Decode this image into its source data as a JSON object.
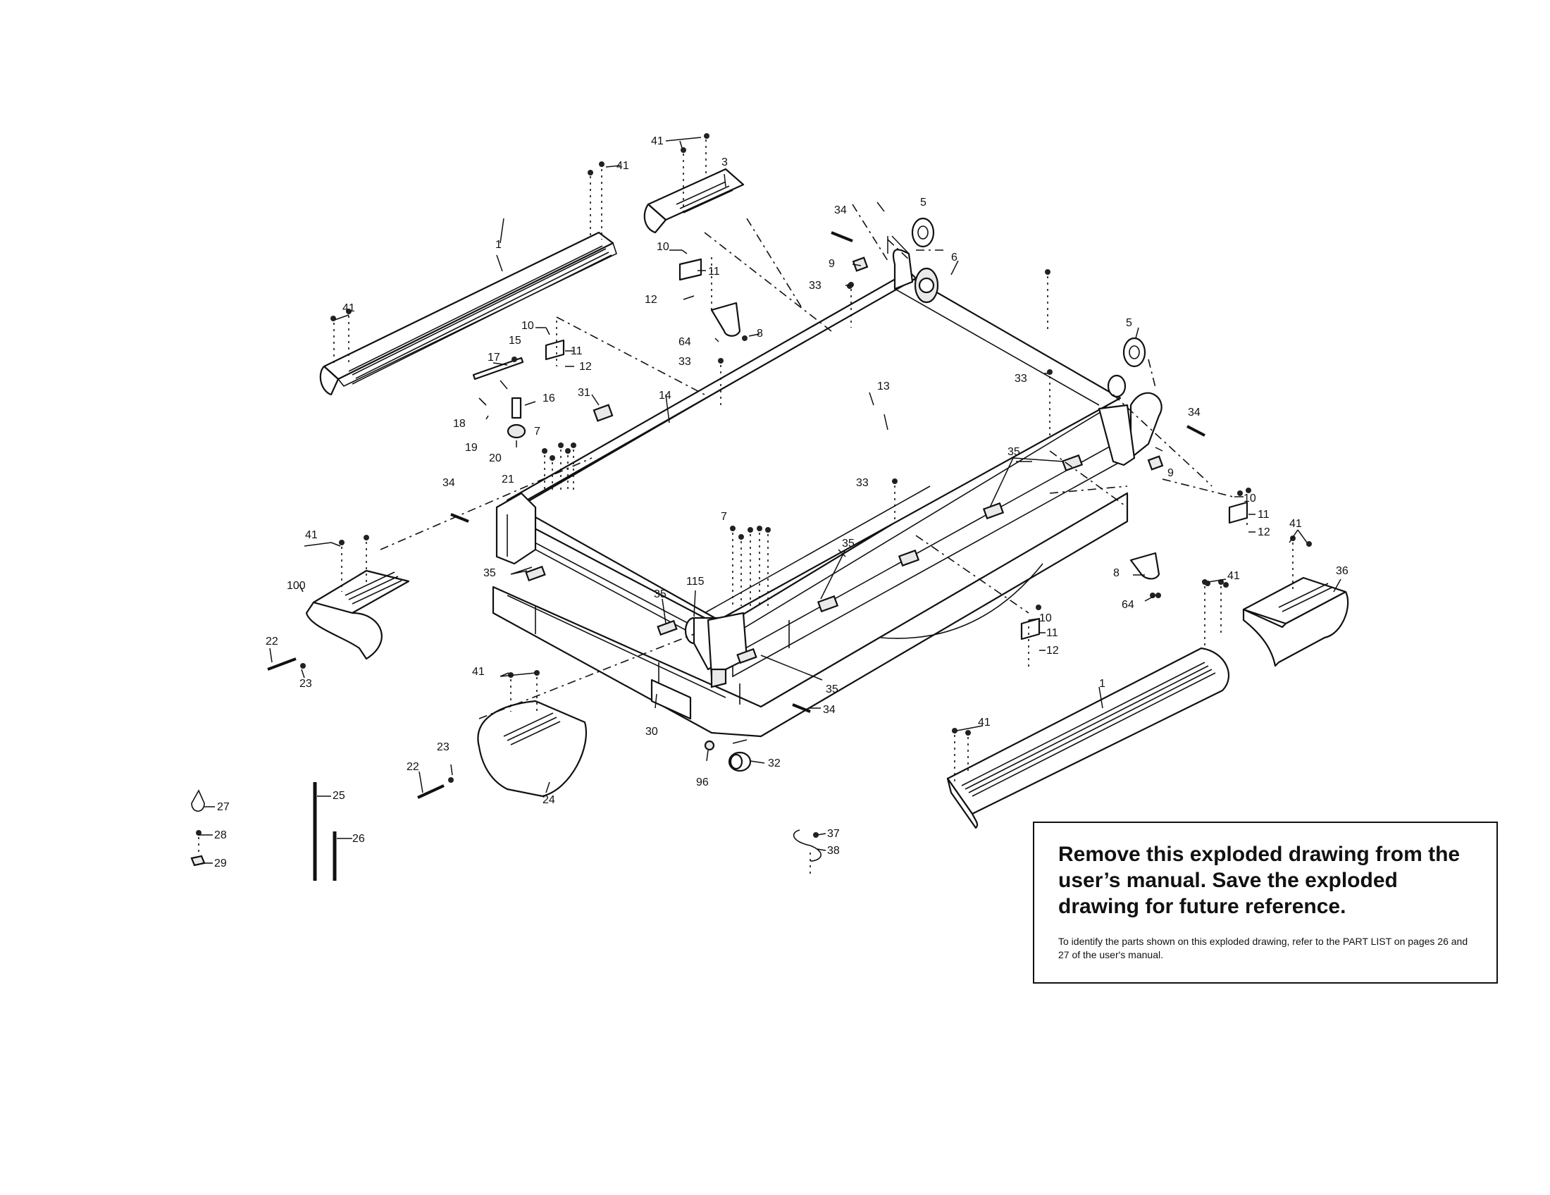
{
  "diagram": {
    "callouts": {
      "c1a": "1",
      "c1b": "1",
      "c3": "3",
      "c5a": "5",
      "c5b": "5",
      "c6": "6",
      "c7a": "7",
      "c7b": "7",
      "c8a": "8",
      "c8b": "8",
      "c9a": "9",
      "c9b": "9",
      "c10a": "10",
      "c10b": "10",
      "c10c": "10",
      "c10d": "10",
      "c11a": "11",
      "c11b": "11",
      "c11c": "11",
      "c11d": "11",
      "c12a": "12",
      "c12b": "12",
      "c12c": "12",
      "c12d": "12",
      "c13": "13",
      "c14": "14",
      "c15": "15",
      "c16": "16",
      "c17": "17",
      "c18": "18",
      "c19": "19",
      "c20": "20",
      "c21": "21",
      "c22a": "22",
      "c22b": "22",
      "c23a": "23",
      "c23b": "23",
      "c24": "24",
      "c25": "25",
      "c26": "26",
      "c27": "27",
      "c28": "28",
      "c29": "29",
      "c30": "30",
      "c31": "31",
      "c32": "32",
      "c33a": "33",
      "c33b": "33",
      "c33c": "33",
      "c33d": "33",
      "c34a": "34",
      "c34b": "34",
      "c34c": "34",
      "c34d": "34",
      "c35a": "35",
      "c35b": "35",
      "c35c": "35",
      "c35d": "35",
      "c35e": "35",
      "c36": "36",
      "c37": "37",
      "c38": "38",
      "c41a": "41",
      "c41b": "41",
      "c41c": "41",
      "c41d": "41",
      "c41e": "41",
      "c41f": "41",
      "c41g": "41",
      "c41h": "41",
      "c64a": "64",
      "c64b": "64",
      "c96": "96",
      "c100": "100",
      "c115": "115"
    }
  },
  "note": {
    "heading": "Remove this exploded drawing from the user’s manual. Save the exploded drawing for future reference.",
    "text": "To identify the parts shown on this exploded drawing, refer to the PART LIST on pages 26 and 27 of the user's manual."
  }
}
